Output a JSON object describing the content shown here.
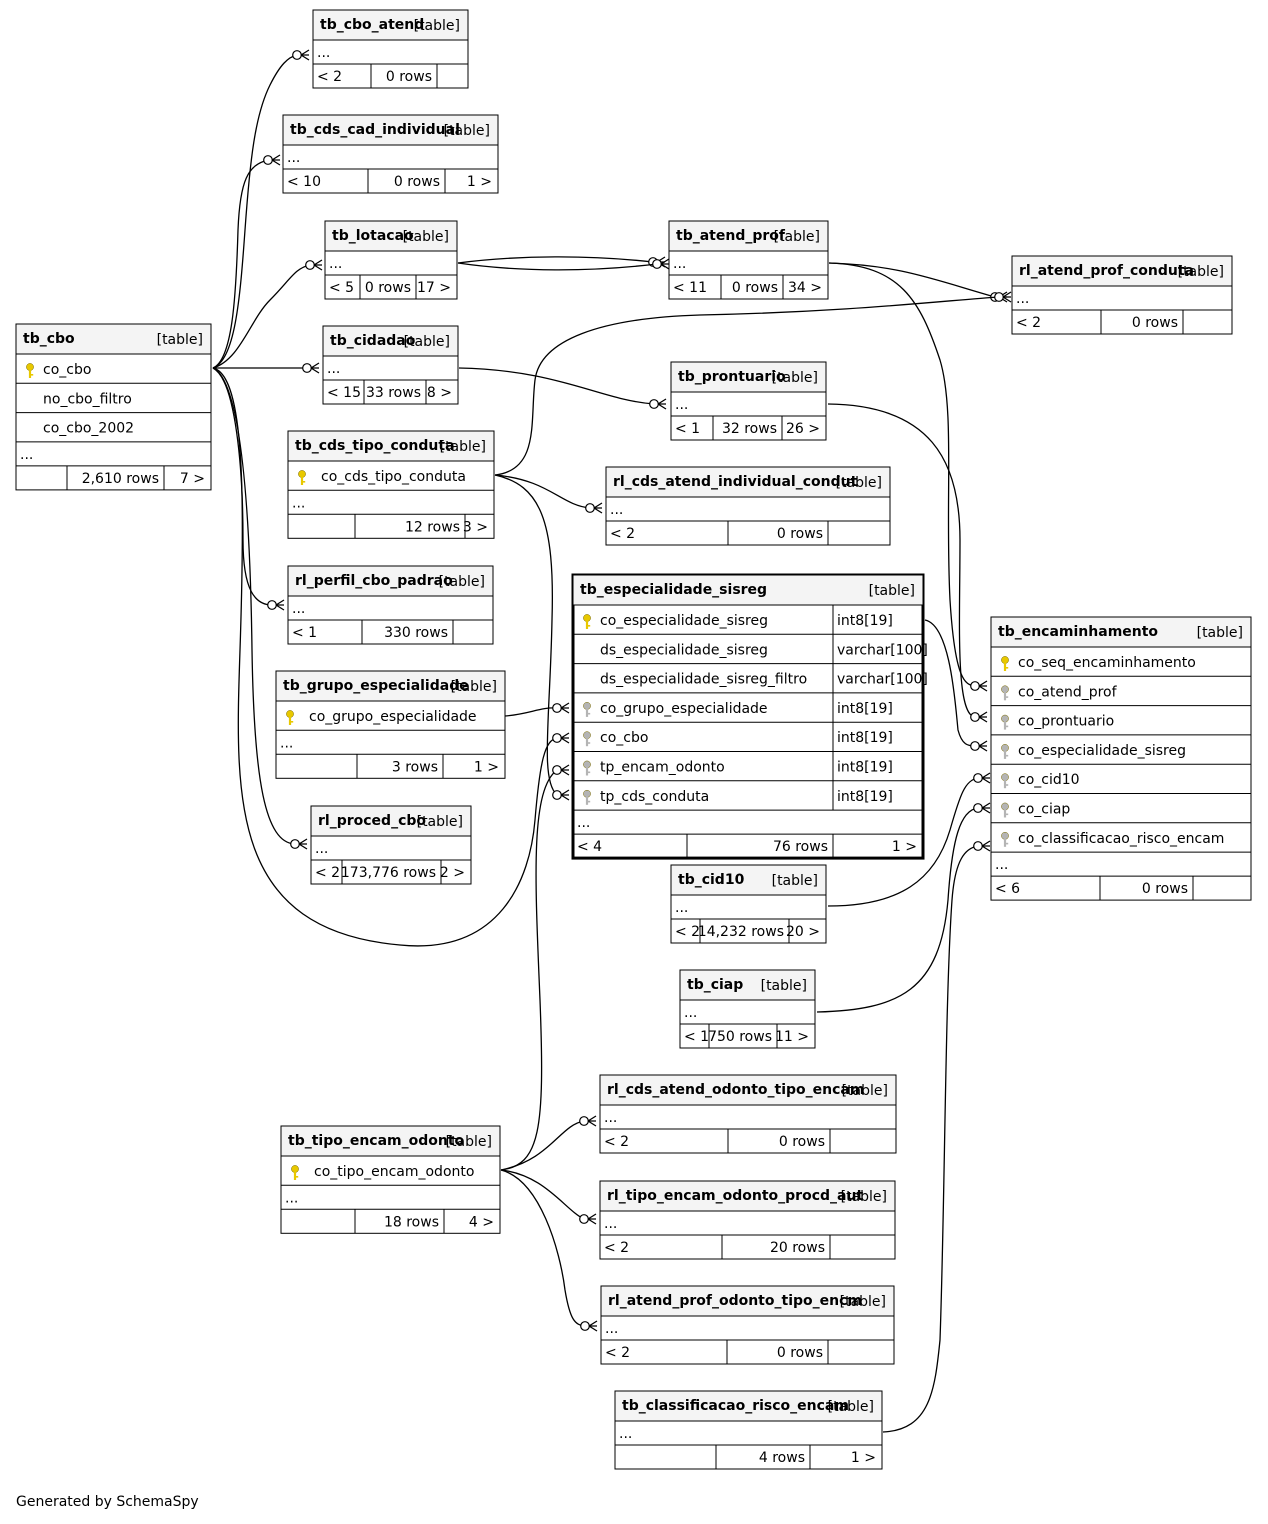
{
  "footer_text": "Generated by SchemaSpy",
  "diagram": {
    "tables": [
      {
        "id": "tb_cbo_atend",
        "name": "tb_cbo_atend",
        "type": "[table]",
        "columns": [],
        "prev": "< 2",
        "rows": "0 rows",
        "next": ""
      },
      {
        "id": "tb_cds_cad_individual",
        "name": "tb_cds_cad_individual",
        "type": "[table]",
        "columns": [],
        "prev": "< 10",
        "rows": "0 rows",
        "next": "1 >"
      },
      {
        "id": "tb_lotacao",
        "name": "tb_lotacao",
        "type": "[table]",
        "columns": [],
        "prev": "< 5",
        "rows": "0 rows",
        "next": "17 >"
      },
      {
        "id": "tb_atend_prof",
        "name": "tb_atend_prof",
        "type": "[table]",
        "columns": [],
        "prev": "< 11",
        "rows": "0 rows",
        "next": "34 >"
      },
      {
        "id": "rl_atend_prof_conduta",
        "name": "rl_atend_prof_conduta",
        "type": "[table]",
        "columns": [],
        "prev": "< 2",
        "rows": "0 rows",
        "next": ""
      },
      {
        "id": "tb_cbo",
        "name": "tb_cbo",
        "type": "[table]",
        "columns": [
          {
            "name": "co_cbo",
            "icon": "pk"
          },
          {
            "name": "no_cbo_filtro",
            "icon": ""
          },
          {
            "name": "co_cbo_2002",
            "icon": ""
          }
        ],
        "prev": "",
        "rows": "2,610 rows",
        "next": "7 >"
      },
      {
        "id": "tb_cidadao",
        "name": "tb_cidadao",
        "type": "[table]",
        "columns": [],
        "prev": "< 15",
        "rows": "33 rows",
        "next": "8 >"
      },
      {
        "id": "tb_prontuario",
        "name": "tb_prontuario",
        "type": "[table]",
        "columns": [],
        "prev": "< 1",
        "rows": "32 rows",
        "next": "26 >"
      },
      {
        "id": "tb_cds_tipo_conduta",
        "name": "tb_cds_tipo_conduta",
        "type": "[table]",
        "columns": [
          {
            "name": "co_cds_tipo_conduta",
            "icon": "pk"
          }
        ],
        "prev": "",
        "rows": "12 rows",
        "next": "3 >"
      },
      {
        "id": "rl_cds_atend_individual_condut",
        "name": "rl_cds_atend_individual_condut",
        "type": "[table]",
        "columns": [],
        "prev": "< 2",
        "rows": "0 rows",
        "next": ""
      },
      {
        "id": "rl_perfil_cbo_padrao",
        "name": "rl_perfil_cbo_padrao",
        "type": "[table]",
        "columns": [],
        "prev": "< 1",
        "rows": "330 rows",
        "next": ""
      },
      {
        "id": "tb_especialidade_sisreg",
        "name": "tb_especialidade_sisreg",
        "type": "[table]",
        "columns": [
          {
            "name": "co_especialidade_sisreg",
            "icon": "pk",
            "dtype": "int8[19]"
          },
          {
            "name": "ds_especialidade_sisreg",
            "icon": "",
            "dtype": "varchar[100]"
          },
          {
            "name": "ds_especialidade_sisreg_filtro",
            "icon": "",
            "dtype": "varchar[100]"
          },
          {
            "name": "co_grupo_especialidade",
            "icon": "fk",
            "dtype": "int8[19]"
          },
          {
            "name": "co_cbo",
            "icon": "fk",
            "dtype": "int8[19]"
          },
          {
            "name": "tp_encam_odonto",
            "icon": "fk",
            "dtype": "int8[19]"
          },
          {
            "name": "tp_cds_conduta",
            "icon": "fk",
            "dtype": "int8[19]"
          }
        ],
        "prev": "< 4",
        "rows": "76 rows",
        "next": "1 >"
      },
      {
        "id": "tb_encaminhamento",
        "name": "tb_encaminhamento",
        "type": "[table]",
        "columns": [
          {
            "name": "co_seq_encaminhamento",
            "icon": "pk"
          },
          {
            "name": "co_atend_prof",
            "icon": "fk"
          },
          {
            "name": "co_prontuario",
            "icon": "fk"
          },
          {
            "name": "co_especialidade_sisreg",
            "icon": "fk"
          },
          {
            "name": "co_cid10",
            "icon": "fk"
          },
          {
            "name": "co_ciap",
            "icon": "fk"
          },
          {
            "name": "co_classificacao_risco_encam",
            "icon": "fk"
          }
        ],
        "prev": "< 6",
        "rows": "0 rows",
        "next": ""
      },
      {
        "id": "tb_grupo_especialidade",
        "name": "tb_grupo_especialidade",
        "type": "[table]",
        "columns": [
          {
            "name": "co_grupo_especialidade",
            "icon": "pk"
          }
        ],
        "prev": "",
        "rows": "3 rows",
        "next": "1 >"
      },
      {
        "id": "rl_proced_cbo",
        "name": "rl_proced_cbo",
        "type": "[table]",
        "columns": [],
        "prev": "< 2",
        "rows": "173,776 rows",
        "next": "2 >"
      },
      {
        "id": "tb_cid10",
        "name": "tb_cid10",
        "type": "[table]",
        "columns": [],
        "prev": "< 2",
        "rows": "14,232 rows",
        "next": "20 >"
      },
      {
        "id": "tb_ciap",
        "name": "tb_ciap",
        "type": "[table]",
        "columns": [],
        "prev": "< 1",
        "rows": "750 rows",
        "next": "11 >"
      },
      {
        "id": "rl_cds_atend_odonto_tipo_encam",
        "name": "rl_cds_atend_odonto_tipo_encam",
        "type": "[table]",
        "columns": [],
        "prev": "< 2",
        "rows": "0 rows",
        "next": ""
      },
      {
        "id": "tb_tipo_encam_odonto",
        "name": "tb_tipo_encam_odonto",
        "type": "[table]",
        "columns": [
          {
            "name": "co_tipo_encam_odonto",
            "icon": "pk"
          }
        ],
        "prev": "",
        "rows": "18 rows",
        "next": "4 >"
      },
      {
        "id": "rl_tipo_encam_odonto_procd_aut",
        "name": "rl_tipo_encam_odonto_procd_aut",
        "type": "[table]",
        "columns": [],
        "prev": "< 2",
        "rows": "20 rows",
        "next": ""
      },
      {
        "id": "rl_atend_prof_odonto_tipo_encm",
        "name": "rl_atend_prof_odonto_tipo_encm",
        "type": "[table]",
        "columns": [],
        "prev": "< 2",
        "rows": "0 rows",
        "next": ""
      },
      {
        "id": "tb_classificacao_risco_encam",
        "name": "tb_classificacao_risco_encam",
        "type": "[table]",
        "columns": [],
        "prev": "",
        "rows": "4 rows",
        "next": "1 >"
      }
    ],
    "ellipsis": "...",
    "colors": {
      "pk_icon": "#e8c800",
      "fk_icon": "#b4b4b4",
      "header_bg": "#f4f4f4",
      "line": "#000000"
    }
  }
}
